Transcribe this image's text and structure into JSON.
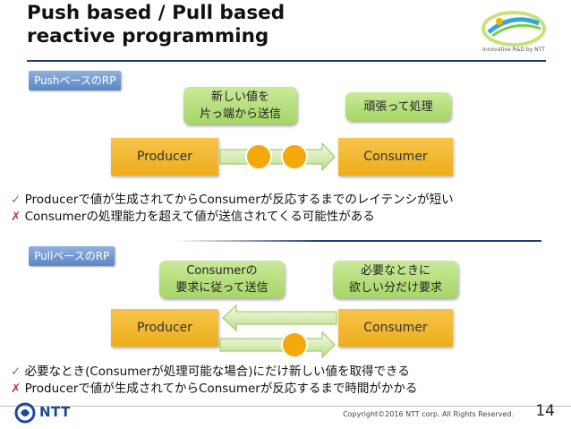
{
  "slide": {
    "title_line1": "Push based / Pull based",
    "title_line2": "reactive programming",
    "logo_caption": "Innovative R&D by NTT",
    "push": {
      "tag": "PushベースのRP",
      "bubble_left_line1": "新しい値を",
      "bubble_left_line2": "片っ端から送信",
      "bubble_right": "頑張って処理",
      "producer": "Producer",
      "consumer": "Consumer",
      "pro_mark": "✓",
      "pro_text": "Producerで値が生成されてからConsumerが反応するまでのレイテンシが短い",
      "con_mark": "✗",
      "con_text": "Consumerの処理能力を超えて値が送信されてくる可能性がある"
    },
    "pull": {
      "tag": "PullベースのRP",
      "bubble_left_line1": "Consumerの",
      "bubble_left_line2": "要求に従って送信",
      "bubble_right_line1": "必要なときに",
      "bubble_right_line2": "欲しい分だけ要求",
      "producer": "Producer",
      "consumer": "Consumer",
      "pro_mark": "✓",
      "pro_text": "必要なとき(Consumerが処理可能な場合)にだけ新しい値を取得できる",
      "con_mark": "✗",
      "con_text": "Producerで値が生成されてからConsumerが反応するまで時間がかかる"
    },
    "footer": {
      "brand": "NTT",
      "copyright": "Copyright©2016  NTT corp. All Rights Reserved.",
      "page": "14"
    }
  }
}
